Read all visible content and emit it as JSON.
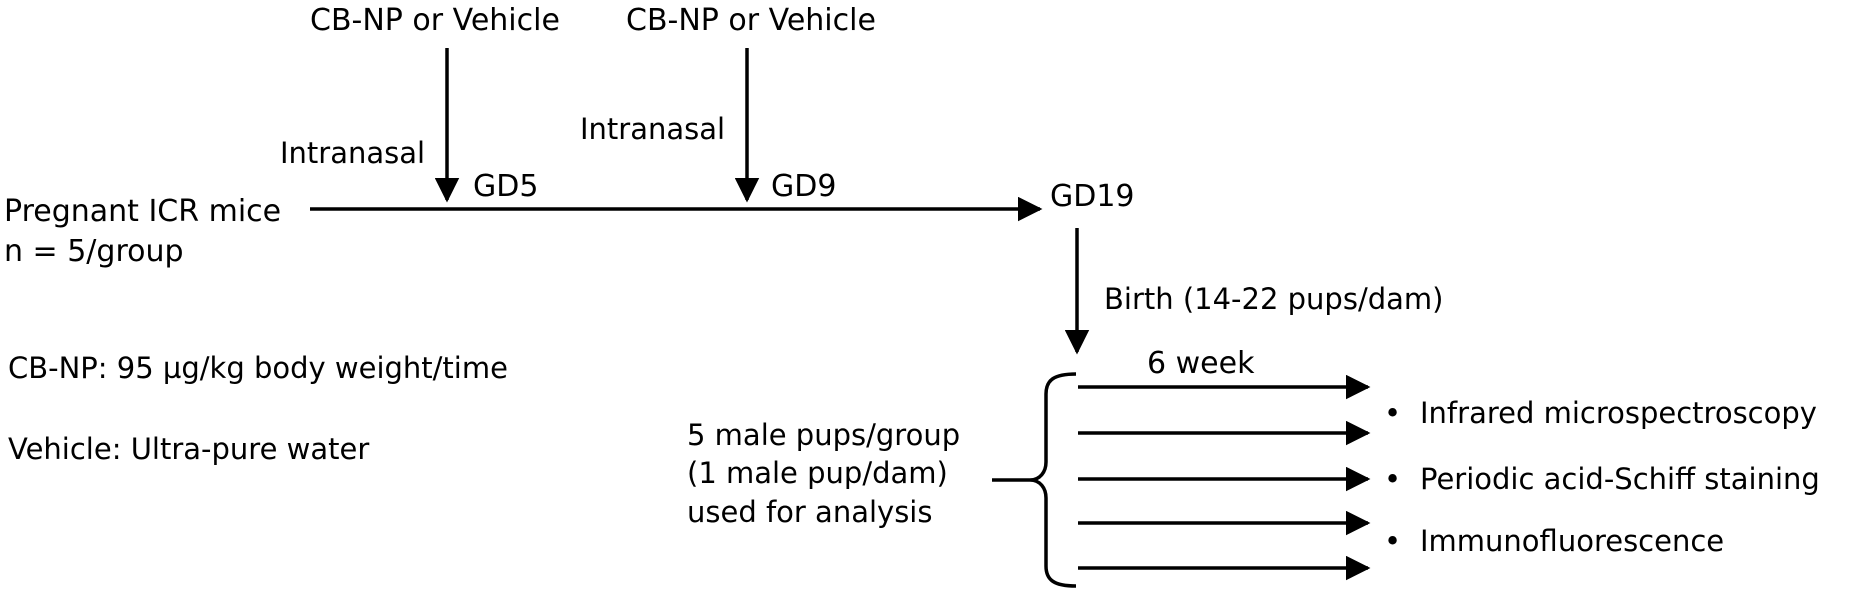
{
  "dose1": {
    "agent": "CB-NP or Vehicle",
    "route": "Intranasal",
    "day": "GD5"
  },
  "dose2": {
    "agent": "CB-NP or Vehicle",
    "route": "Intranasal",
    "day": "GD9"
  },
  "subjects": {
    "line1": "Pregnant ICR mice",
    "line2": "n = 5/group"
  },
  "end_day": "GD19",
  "birth": "Birth (14-22 pups/dam)",
  "dosing_notes": {
    "cbnp": "CB-NP: 95 µg/kg body weight/time",
    "vehicle": "Vehicle: Ultra-pure water"
  },
  "pups": {
    "line1": "5 male pups/group",
    "line2": "(1 male pup/dam)",
    "line3": "used for analysis"
  },
  "followup": "6 week",
  "analyses": [
    {
      "bullet": "•",
      "label": "Infrared microspectroscopy"
    },
    {
      "bullet": "•",
      "label": "Periodic acid-Schiff  staining"
    },
    {
      "bullet": "•",
      "label": "Immunofluorescence"
    }
  ],
  "colors": {
    "ink": "#000000",
    "background": "#ffffff"
  }
}
